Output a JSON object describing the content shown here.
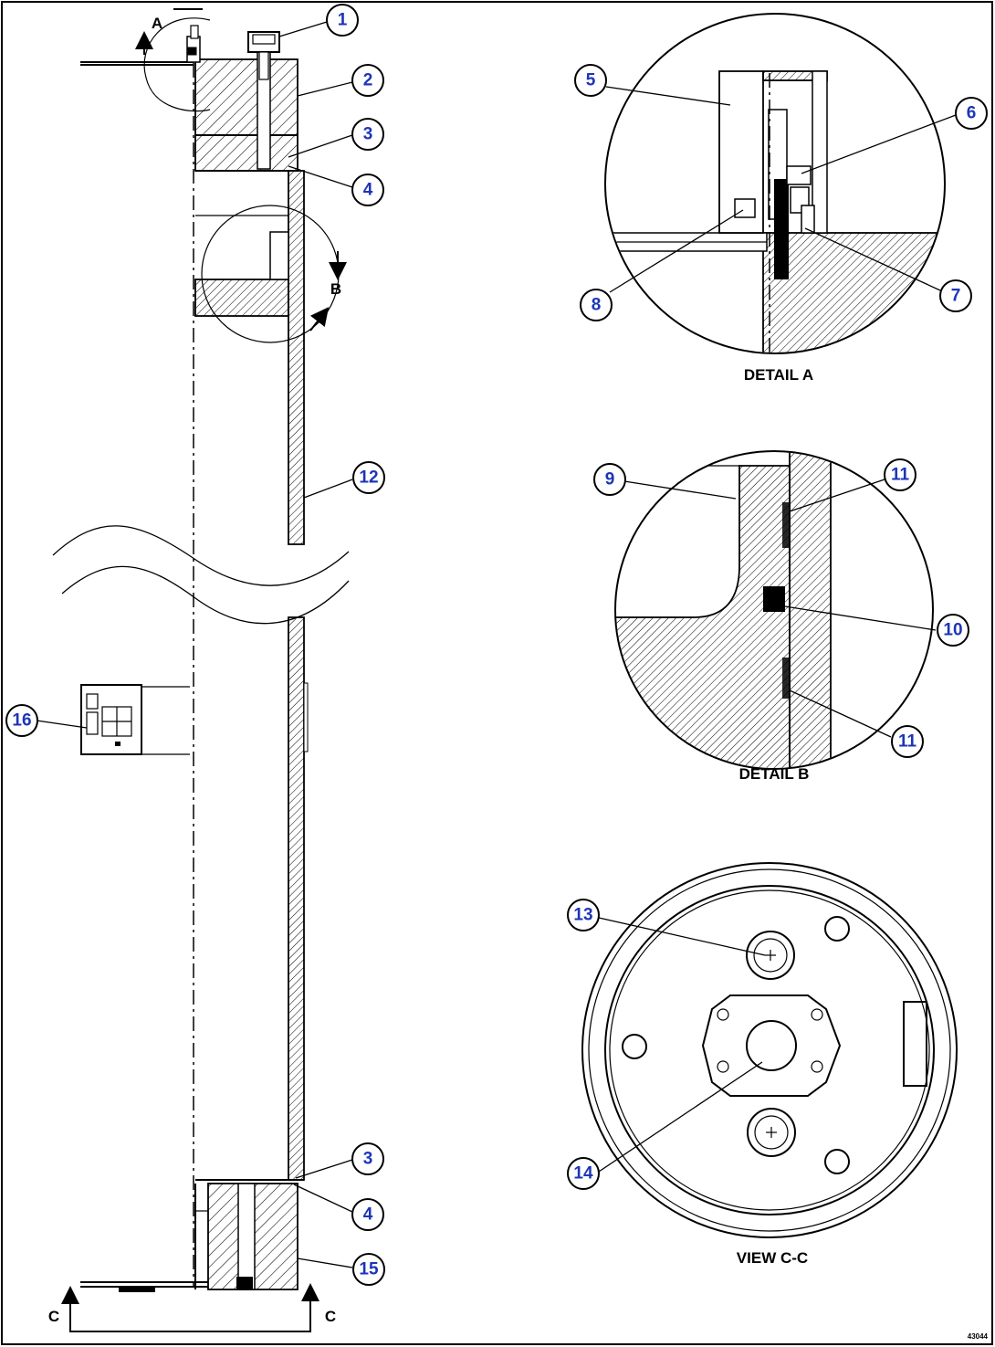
{
  "callouts": [
    {
      "label": "1"
    },
    {
      "label": "2"
    },
    {
      "label": "3"
    },
    {
      "label": "4"
    },
    {
      "label": "5"
    },
    {
      "label": "6"
    },
    {
      "label": "7"
    },
    {
      "label": "8"
    },
    {
      "label": "9"
    },
    {
      "label": "10"
    },
    {
      "label": "11"
    },
    {
      "label": "11"
    },
    {
      "label": "12"
    },
    {
      "label": "3"
    },
    {
      "label": "4"
    },
    {
      "label": "15"
    },
    {
      "label": "16"
    },
    {
      "label": "13"
    },
    {
      "label": "14"
    }
  ],
  "details": {
    "detail_a": "DETAIL A",
    "detail_b": "DETAIL B",
    "view_cc": "VIEW C-C"
  },
  "section_markers": {
    "a": "A",
    "b": "B",
    "c_left": "C",
    "c_right": "C"
  },
  "drawing_code": "43044",
  "colors": {
    "callout_text": "#1d35b8",
    "line": "#000000",
    "background": "#ffffff"
  }
}
